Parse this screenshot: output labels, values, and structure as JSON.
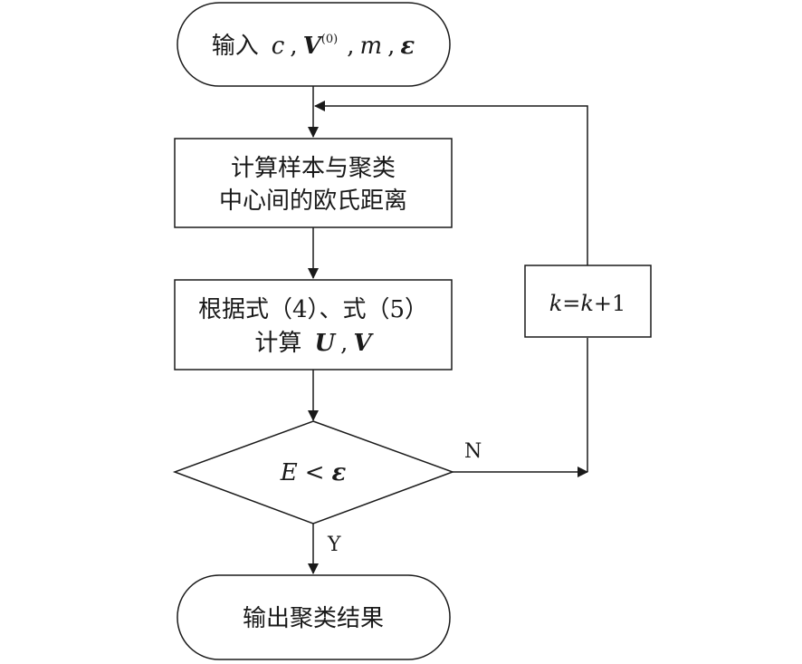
{
  "start": {
    "prefix": "输入",
    "params": [
      {
        "sym": "c",
        "style": "it"
      },
      {
        "sym": "V",
        "style": "bi",
        "sup": "(0)"
      },
      {
        "sym": "m",
        "style": "it"
      },
      {
        "sym": "ε",
        "style": "bi"
      }
    ],
    "separator": ","
  },
  "step1": {
    "line1": "计算样本与聚类",
    "line2": "中心间的欧氏距离"
  },
  "step2": {
    "line1": "根据式（4）、式（5）",
    "line2_prefix": "计算",
    "line2_vars": [
      {
        "sym": "U"
      },
      {
        "sym": "V"
      }
    ],
    "separator": ","
  },
  "decision": {
    "lhs": "E",
    "op": "<",
    "rhs": "ε"
  },
  "increment": {
    "a": "k",
    "eq": "=",
    "b": "k",
    "plus": "+1"
  },
  "branches": {
    "no": "N",
    "yes": "Y"
  },
  "end": {
    "label": "输出聚类结果"
  }
}
